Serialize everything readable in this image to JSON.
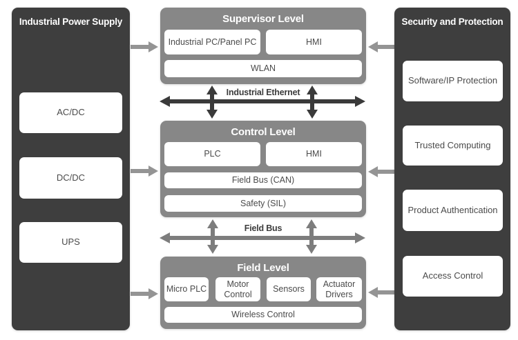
{
  "power": {
    "title": "Industrial Power Supply",
    "items": [
      "AC/DC",
      "DC/DC",
      "UPS"
    ]
  },
  "levels": [
    {
      "title": "Supervisor Level",
      "row": [
        "Industrial PC/Panel PC",
        "HMI"
      ],
      "wide": [
        "WLAN"
      ]
    },
    {
      "title": "Control Level",
      "row": [
        "PLC",
        "HMI"
      ],
      "wide": [
        "Field Bus (CAN)",
        "Safety (SIL)"
      ]
    },
    {
      "title": "Field Level",
      "row": [
        "Micro PLC",
        "Motor Control",
        "Sensors",
        "Actuator Drivers"
      ],
      "wide": [
        "Wireless Control"
      ]
    }
  ],
  "security": {
    "title": "Security and Protection",
    "items": [
      "Software/IP Protection",
      "Trusted Computing",
      "Product Authentication",
      "Access Control"
    ]
  },
  "buses": [
    "Industrial Ethernet",
    "Field Bus"
  ],
  "colors": {
    "panel_dark": "#3e3e3e",
    "panel_gray": "#878787",
    "box_white": "#ffffff",
    "box_text": "#4a4a4a",
    "arrow_light": "#949494",
    "arrow_fieldbus": "#7d7d7d",
    "arrow_ethernet": "#3a3a3a"
  }
}
